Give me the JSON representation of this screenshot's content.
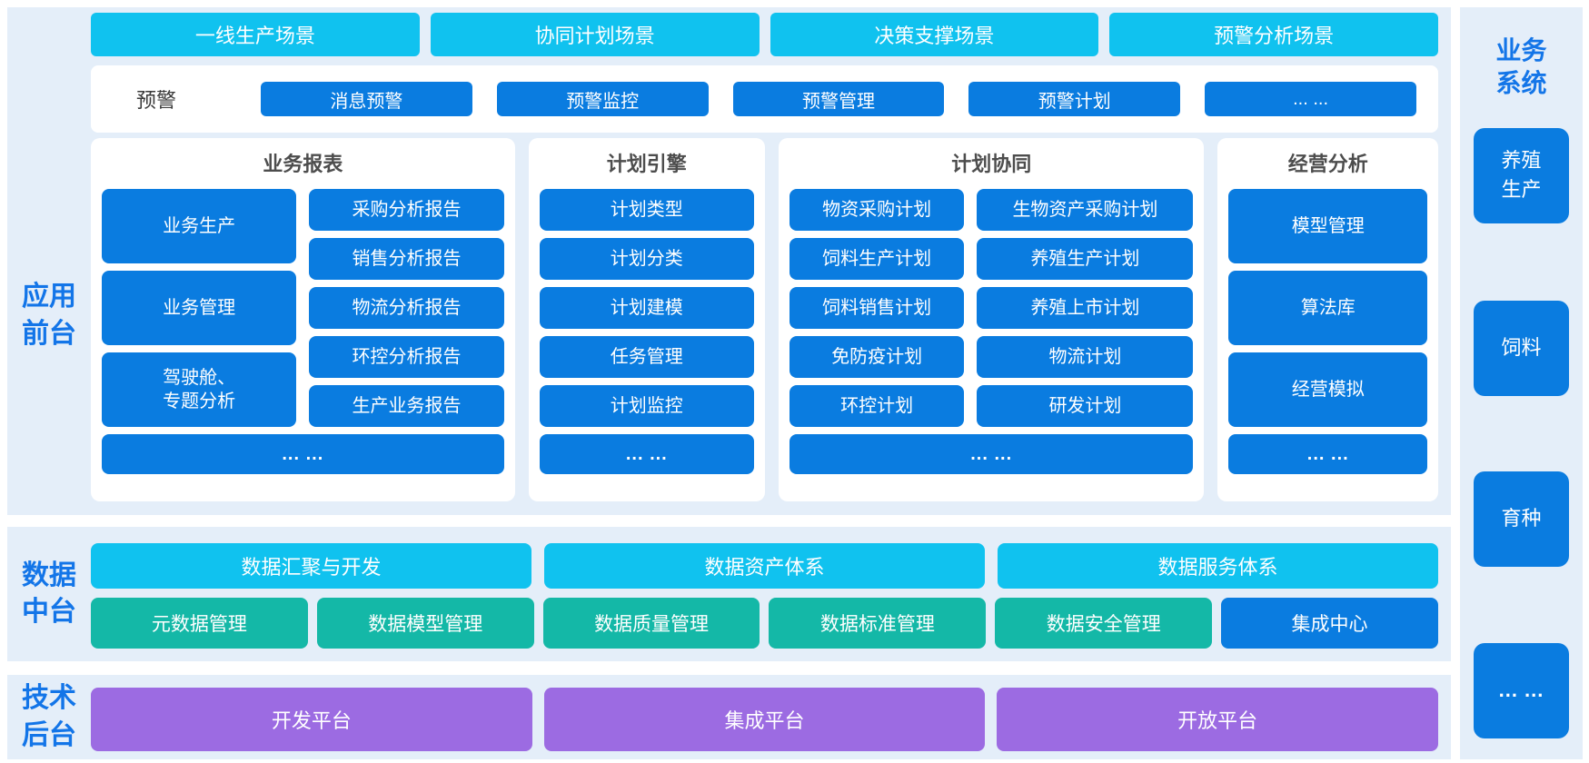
{
  "colors": {
    "cyan": "#10C2EF",
    "blue": "#0A7CE0",
    "teal": "#14B8A7",
    "purple": "#9C6BE2",
    "section-bg": "#E4EEF9",
    "label-blue": "#1375E8",
    "title-gray": "#4D4D4D"
  },
  "app_front": {
    "label": "应用\n前台",
    "scenarios": [
      "一线生产场景",
      "协同计划场景",
      "决策支撑场景",
      "预警分析场景"
    ],
    "alert": {
      "label": "预警",
      "buttons": [
        "消息预警",
        "预警监控",
        "预警管理",
        "预警计划",
        "... ..."
      ]
    },
    "panels": {
      "reports": {
        "title": "业务报表",
        "left": [
          "业务生产",
          "业务管理",
          "驾驶舱、\n专题分析"
        ],
        "right": [
          "采购分析报告",
          "销售分析报告",
          "物流分析报告",
          "环控分析报告",
          "生产业务报告"
        ],
        "more": "... ..."
      },
      "plan_engine": {
        "title": "计划引擎",
        "items": [
          "计划类型",
          "计划分类",
          "计划建模",
          "任务管理",
          "计划监控"
        ],
        "more": "... ..."
      },
      "plan_collab": {
        "title": "计划协同",
        "col1": [
          "物资采购计划",
          "饲料生产计划",
          "饲料销售计划",
          "免防疫计划",
          "环控计划"
        ],
        "col2": [
          "生物资产采购计划",
          "养殖生产计划",
          "养殖上市计划",
          "物流计划",
          "研发计划"
        ],
        "more": "... ..."
      },
      "analysis": {
        "title": "经营分析",
        "items": [
          "模型管理",
          "算法库",
          "经营模拟"
        ],
        "more": "... ..."
      }
    }
  },
  "data_platform": {
    "label": "数据\n中台",
    "primary": [
      "数据汇聚与开发",
      "数据资产体系",
      "数据服务体系"
    ],
    "secondary": [
      "元数据管理",
      "数据模型管理",
      "数据质量管理",
      "数据标准管理",
      "数据安全管理"
    ],
    "integration": "集成中心"
  },
  "tech_platform": {
    "label": "技术\n后台",
    "platforms": [
      "开发平台",
      "集成平台",
      "开放平台"
    ]
  },
  "business_systems": {
    "title": "业务\n系统",
    "items": [
      "养殖\n生产",
      "饲料",
      "育种",
      "... ..."
    ]
  }
}
